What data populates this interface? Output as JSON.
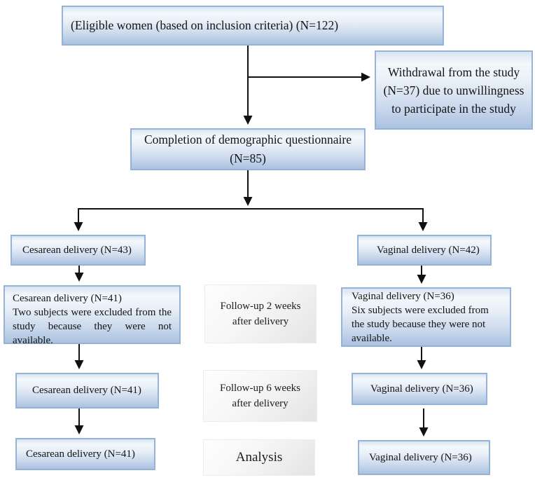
{
  "figure": {
    "type": "flowchart",
    "colors": {
      "node_border": "#95b3d7",
      "node_fill_top": "#d8e4f1",
      "node_fill_bottom": "#abc2e0",
      "stage_fill": "#f0f0f0",
      "arrow": "#111111",
      "background": "#ffffff"
    },
    "nodes": {
      "eligible": "(Eligible women (based on inclusion criteria) (N=122)",
      "withdrawal": "Withdrawal from the study (N=37) due to unwillingness to participate in the study",
      "demographic": "Completion of demographic questionnaire (N=85)",
      "cesarean_n43": "Cesarean delivery (N=43)",
      "vaginal_n42": "Vaginal delivery (N=42)",
      "cesarean_excluded_title": "Cesarean delivery (N=41)",
      "cesarean_excluded_note": "Two subjects were excluded from the study because they were not available.",
      "followup_2w": "Follow-up 2 weeks after delivery",
      "vaginal_excluded_title": "Vaginal delivery (N=36)",
      "vaginal_excluded_note": "Six subjects were excluded from the study because they were not available.",
      "cesarean_mid": "Cesarean delivery (N=41)",
      "followup_6w": "Follow-up 6 weeks after delivery",
      "vaginal_mid": "Vaginal delivery (N=36)",
      "cesarean_final": "Cesarean delivery (N=41)",
      "analysis": "Analysis",
      "vaginal_final": "Vaginal delivery (N=36)"
    }
  }
}
